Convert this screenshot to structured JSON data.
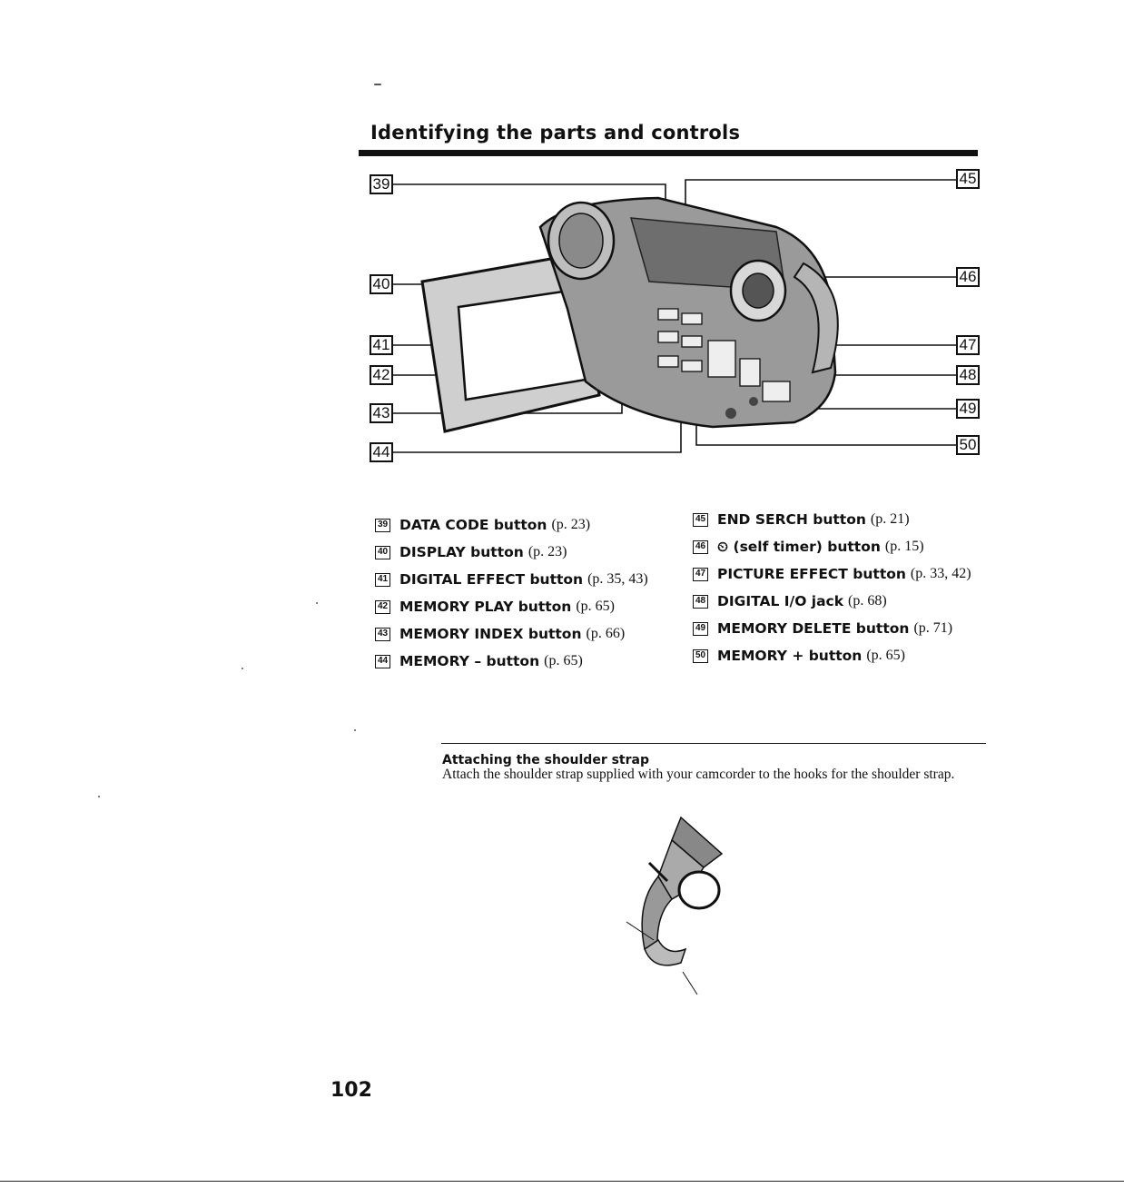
{
  "page": {
    "section_title": "Identifying the parts and controls",
    "page_number": "102"
  },
  "figure": {
    "callouts_left": [
      "39",
      "40",
      "41",
      "42",
      "43",
      "44"
    ],
    "callouts_right": [
      "45",
      "46",
      "47",
      "48",
      "49",
      "50"
    ]
  },
  "parts_left": [
    {
      "num": "39",
      "label": "DATA CODE button",
      "ref": "(p. 23)"
    },
    {
      "num": "40",
      "label": "DISPLAY button",
      "ref": "(p. 23)"
    },
    {
      "num": "41",
      "label": "DIGITAL EFFECT button",
      "ref": "(p. 35, 43)"
    },
    {
      "num": "42",
      "label": "MEMORY PLAY button",
      "ref": "(p. 65)"
    },
    {
      "num": "43",
      "label": "MEMORY INDEX button",
      "ref": "(p. 66)"
    },
    {
      "num": "44",
      "label": "MEMORY – button",
      "ref": "(p. 65)"
    }
  ],
  "parts_right": [
    {
      "num": "45",
      "label": "END SERCH button",
      "ref": "(p. 21)"
    },
    {
      "num": "46",
      "label": "⏲ (self timer) button",
      "ref": "(p. 15)"
    },
    {
      "num": "47",
      "label": "PICTURE EFFECT button",
      "ref": "(p. 33, 42)"
    },
    {
      "num": "48",
      "label": "DIGITAL I/O jack",
      "ref": "(p. 68)"
    },
    {
      "num": "49",
      "label": "MEMORY DELETE button",
      "ref": "(p. 71)"
    },
    {
      "num": "50",
      "label": "MEMORY + button",
      "ref": "(p. 65)"
    }
  ],
  "note": {
    "heading": "Attaching the shoulder strap",
    "body": "Attach the shoulder strap supplied with your camcorder to the hooks for the shoulder strap."
  }
}
